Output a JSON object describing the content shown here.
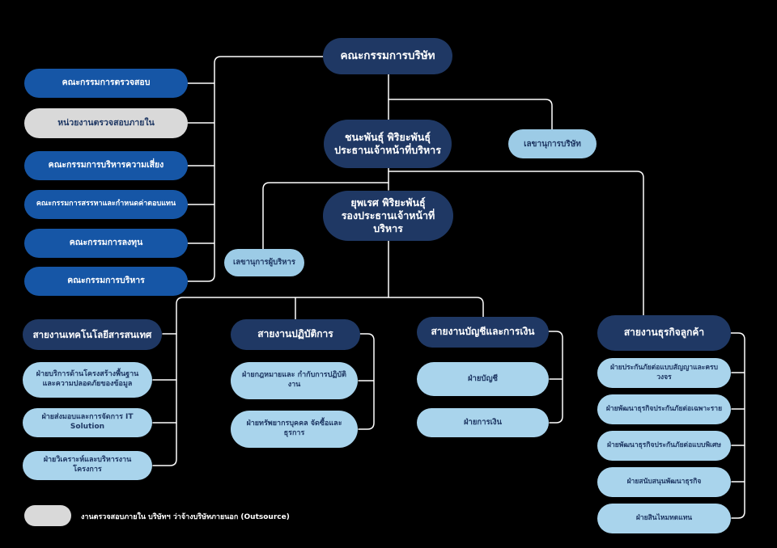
{
  "colors": {
    "background": "#000000",
    "navy_node": "#1F3864",
    "blue_node": "#1656A6",
    "light_blue_node": "#9CCBE6",
    "department_node": "#A9D4EC",
    "gray_node": "#D9D9D9",
    "connector": "#FFFFFF"
  },
  "board": {
    "label": "คณะกรรมการบริษัท"
  },
  "committees": [
    "คณะกรรมการตรวจสอบ",
    "หน่วยงานตรวจสอบภายใน",
    "คณะกรรมการบริหารความเสี่ยง",
    "คณะกรรมการสรรหาและกำหนดค่าตอบแทน",
    "คณะกรรมการลงทุน",
    "คณะกรรมการบริหาร"
  ],
  "ceo": {
    "name": "ชนะพันธุ์ พิริยะพันธุ์",
    "title": "ประธานเจ้าหน้าที่บริหาร"
  },
  "company_secretary": {
    "label": "เลขานุการบริษัท"
  },
  "deputy_ceo": {
    "name": "ยุพเรศ พิริยะพันธุ์",
    "title": "รองประธานเจ้าหน้าที่บริหาร"
  },
  "executive_secretary": {
    "label": "เลขานุการผู้บริหาร"
  },
  "divisions": [
    {
      "label": "สายงานเทคโนโลยีสารสนเทศ",
      "departments": [
        "ฝ่ายบริการด้านโครงสร้างพื้นฐาน และความปลอดภัยของข้อมูล",
        "ฝ่ายส่งมอบและการจัดการ IT Solution",
        "ฝ่ายวิเคราะห์และบริหารงานโครงการ"
      ]
    },
    {
      "label": "สายงานปฏิบัติการ",
      "departments": [
        "ฝ่ายกฎหมายและ กำกับการปฏิบัติงาน",
        "ฝ่ายทรัพยากรบุคคล จัดซื้อและธุรการ"
      ]
    },
    {
      "label": "สายงานบัญชีและการเงิน",
      "departments": [
        "ฝ่ายบัญชี",
        "ฝ่ายการเงิน"
      ]
    },
    {
      "label": "สายงานธุรกิจลูกค้า",
      "departments": [
        "ฝ่ายประกันภัยต่อแบบสัญญาและครบวงจร",
        "ฝ่ายพัฒนาธุรกิจประกันภัยต่อเฉพาะราย",
        "ฝ่ายพัฒนาธุรกิจประกันภัยต่อแบบพิเศษ",
        "ฝ่ายสนับสนุนพัฒนาธุรกิจ",
        "ฝ่ายสินไหมทดแทน"
      ]
    }
  ],
  "legend": {
    "note": "งานตรวจสอบภายใน บริษัทฯ ว่าจ้างบริษัทภายนอก (Outsource)"
  }
}
